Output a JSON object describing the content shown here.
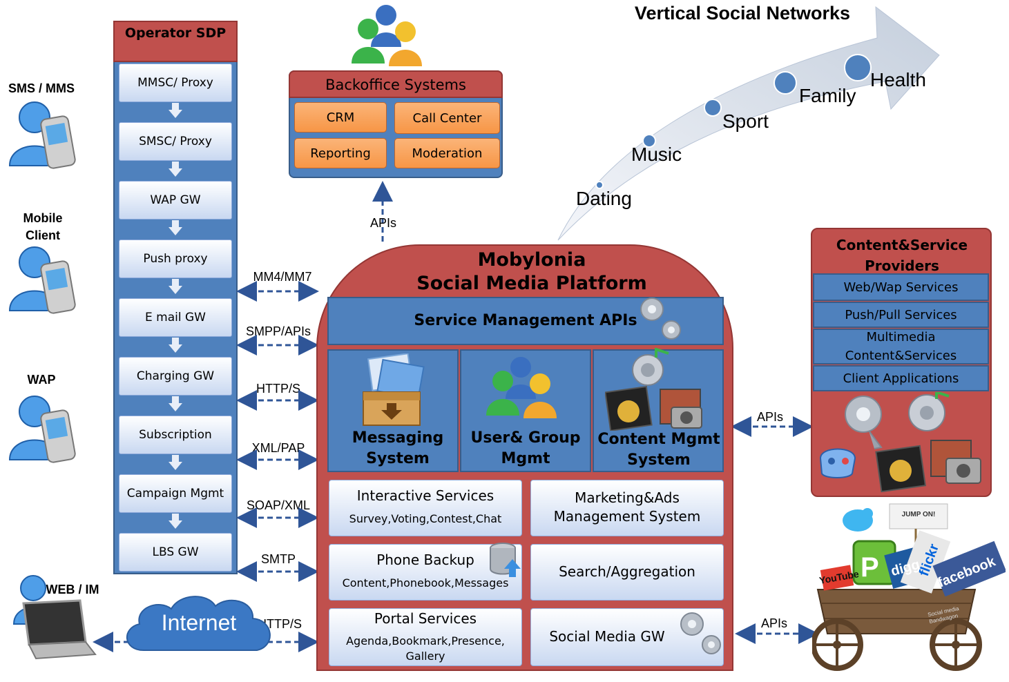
{
  "title": "Vertical Social Networks",
  "verticals": [
    "Dating",
    "Music",
    "Sport",
    "Family",
    "Health"
  ],
  "clients": {
    "sms_mms": "SMS / MMS",
    "mobile_client": "Mobile Client",
    "wap": "WAP",
    "web_im": "WEB / IM"
  },
  "sdp": {
    "header": "Operator SDP",
    "items": [
      "MMSC/ Proxy",
      "SMSC/ Proxy",
      "WAP GW",
      "Push proxy",
      "E mail GW",
      "Charging GW",
      "Subscription",
      "Campaign Mgmt",
      "LBS GW"
    ]
  },
  "protocols": [
    "MM4/MM7",
    "SMPP/APIs",
    "HTTP/S",
    "XML/PAP",
    "SOAP/XML",
    "SMTP",
    "HTTP/S"
  ],
  "internet": "Internet",
  "backoffice": {
    "header": "Backoffice Systems",
    "items": [
      "CRM",
      "Call Center",
      "Reporting",
      "Moderation"
    ],
    "api_label": "APIs"
  },
  "platform": {
    "title_line1": "Mobylonia",
    "title_line2": "Social Media Platform",
    "service_mgmt": "Service Management APIs",
    "core": [
      "Messaging System",
      "User& Group Mgmt",
      "Content Mgmt System"
    ],
    "interactive": {
      "title": "Interactive Services",
      "sub": "Survey,Voting,Contest,Chat"
    },
    "marketing": "Marketing&Ads Management System",
    "backup": {
      "title": "Phone Backup",
      "sub": "Content,Phonebook,Messages"
    },
    "search": "Search/Aggregation",
    "portal": {
      "title": "Portal Services",
      "sub": "Agenda,Bookmark,Presence, Gallery"
    },
    "social_gw": "Social Media GW"
  },
  "csp": {
    "header": "Content&Service Providers",
    "items": [
      "Web/Wap Services",
      "Push/Pull Services",
      "Multimedia Content&Services",
      "Client Applications"
    ],
    "api_label": "APIs"
  },
  "social_api_label": "APIs",
  "bandwagon": {
    "sign": "JUMP ON!",
    "logos": [
      "YouTube",
      "P",
      "digg",
      "flickr",
      "facebook"
    ],
    "cart_text": "Social media Bandwagon"
  },
  "colors": {
    "red": "#c0504d",
    "blue": "#4f81bd",
    "orange": "#f79646",
    "arrow": "#2f5597"
  }
}
